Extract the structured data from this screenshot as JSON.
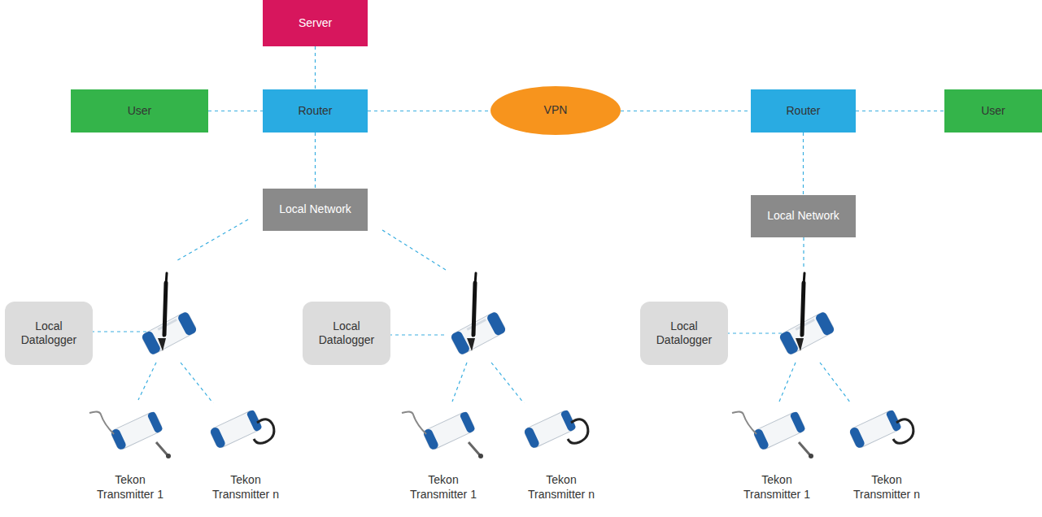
{
  "diagram": {
    "nodes": [
      {
        "text": [
          "Server"
        ]
      },
      {
        "text": [
          "User"
        ]
      },
      {
        "text": [
          "Router"
        ]
      },
      {
        "text": [
          "VPN"
        ]
      },
      {
        "text": [
          "Router"
        ]
      },
      {
        "text": [
          "User"
        ]
      },
      {
        "text": [
          "Local Network"
        ]
      },
      {
        "text": [
          "Local Network"
        ]
      },
      {
        "text": [
          "Local Datalogger"
        ]
      },
      {
        "text": [
          "Local Datalogger"
        ]
      },
      {
        "text": [
          "Local Datalogger"
        ]
      }
    ],
    "edges": [
      {
        "from": 0,
        "to": 2,
        "arrow": "none"
      },
      {
        "from": 1,
        "to": 2,
        "arrow": "none"
      },
      {
        "from": 2,
        "to": 3,
        "arrow": "none"
      },
      {
        "from": 3,
        "to": 4,
        "arrow": "none"
      },
      {
        "from": 4,
        "to": 5,
        "arrow": "none"
      },
      {
        "from": 2,
        "to": 6,
        "arrow": "none"
      },
      {
        "from": 4,
        "to": 7,
        "arrow": "none"
      }
    ],
    "labels": [
      "Tekon Transmitter 1",
      "Tekon Transmitter n",
      "Tekon Transmitter 1",
      "Tekon Transmitter n",
      "Tekon Transmitter 1",
      "Tekon Transmitter n"
    ]
  }
}
